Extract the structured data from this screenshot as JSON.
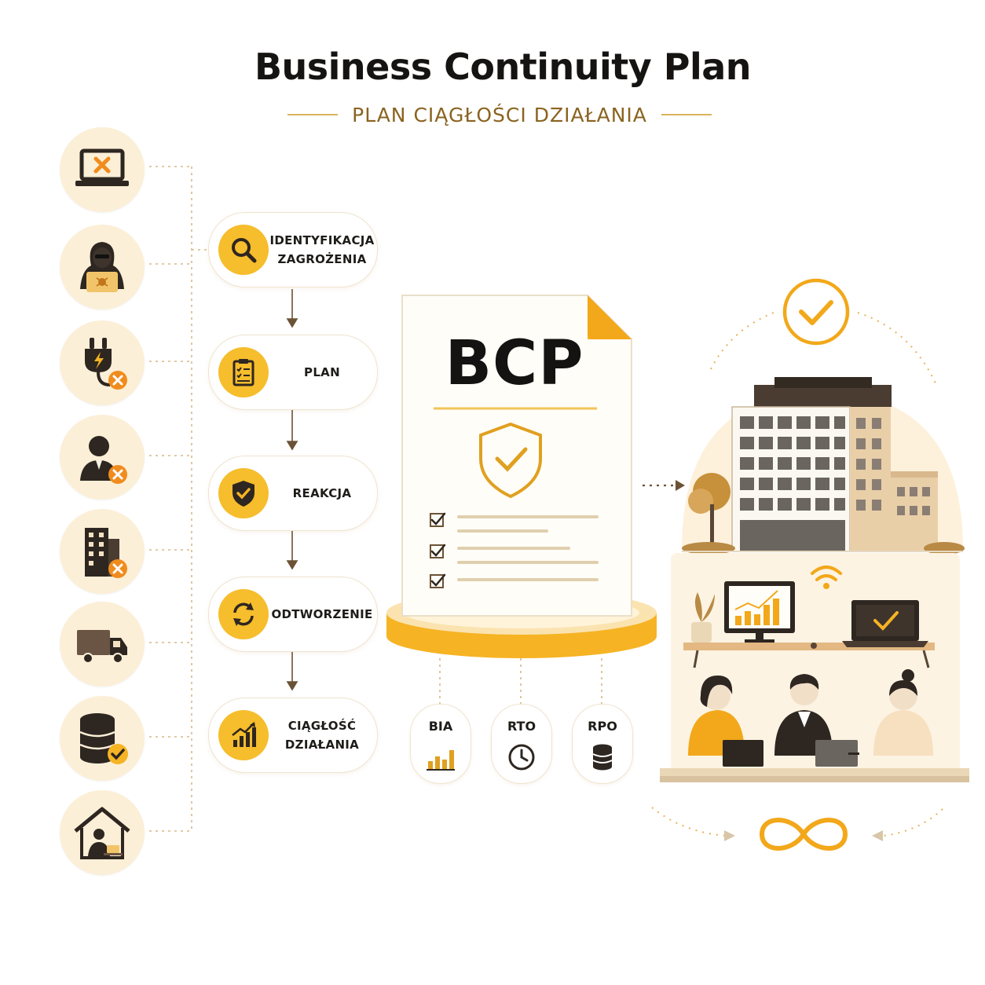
{
  "header": {
    "title": "Business Continuity Plan",
    "subtitle": "PLAN CIĄGŁOŚCI DZIAŁANIA"
  },
  "threats": [
    {
      "icon": "laptop-error-icon"
    },
    {
      "icon": "hacker-icon"
    },
    {
      "icon": "power-outage-icon"
    },
    {
      "icon": "staff-absence-icon"
    },
    {
      "icon": "building-damage-icon"
    },
    {
      "icon": "supplier-truck-icon"
    },
    {
      "icon": "database-backup-icon"
    },
    {
      "icon": "remote-work-icon"
    }
  ],
  "steps": [
    {
      "label": "IDENTYFIKACJA\nZAGROŻENIA",
      "icon": "magnifier-icon"
    },
    {
      "label": "PLAN",
      "icon": "clipboard-icon"
    },
    {
      "label": "REAKCJA",
      "icon": "shield-check-icon"
    },
    {
      "label": "ODTWORZENIE",
      "icon": "refresh-icon"
    },
    {
      "label": "CIĄGŁOŚĆ\nDZIAŁANIA",
      "icon": "growth-chart-icon"
    }
  ],
  "document": {
    "title": "BCP"
  },
  "metrics": [
    {
      "label": "BIA",
      "icon": "bar-chart-icon"
    },
    {
      "label": "RTO",
      "icon": "clock-icon"
    },
    {
      "label": "RPO",
      "icon": "database-icon"
    }
  ],
  "colors": {
    "accent": "#f6b323",
    "accent_light": "#fcefd7",
    "brown": "#3b2f26",
    "gold_text": "#8a6320",
    "error": "#f08c1e"
  }
}
